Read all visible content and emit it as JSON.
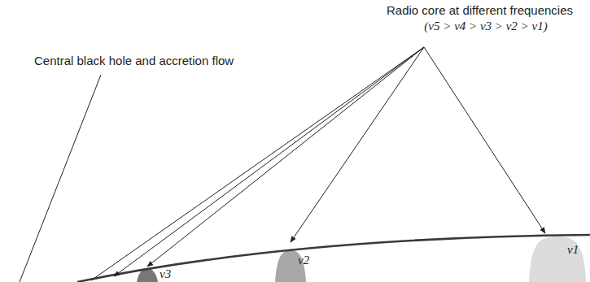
{
  "diagram": {
    "labels": [
      "Radio core at different frequencies",
      "(ν5 > ν4 > ν3 > ν2 > ν1)",
      "Central black hole and accretion flow",
      "ν1",
      "ν2",
      "ν3"
    ]
  }
}
